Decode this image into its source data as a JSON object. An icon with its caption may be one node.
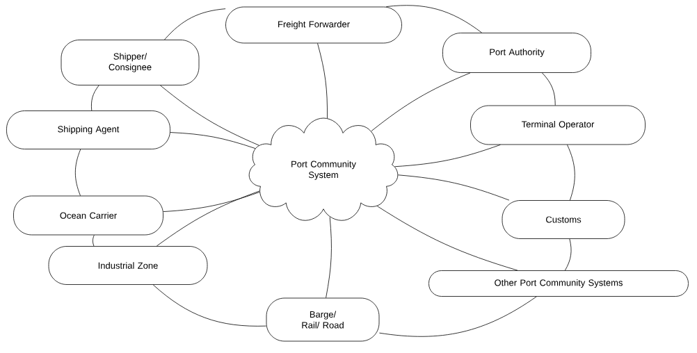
{
  "diagram": {
    "nodes": [
      {
        "text": [
          "Port Community System"
        ]
      },
      {
        "text": [
          "Freight Forwarder"
        ]
      },
      {
        "text": [
          "Port Authority"
        ]
      },
      {
        "text": [
          "Terminal Operator"
        ]
      },
      {
        "text": [
          "Customs"
        ]
      },
      {
        "text": [
          "Other Port Community Systems"
        ]
      },
      {
        "text": [
          "Barge/ Rail/ Road"
        ]
      },
      {
        "text": [
          "Industrial Zone"
        ]
      },
      {
        "text": [
          "Ocean Carrier"
        ]
      },
      {
        "text": [
          "Shipping Agent"
        ]
      },
      {
        "text": [
          "Shipper/ Consignee"
        ]
      }
    ],
    "edges": [
      {
        "from": 0,
        "to": 1,
        "arrow": "none"
      },
      {
        "from": 0,
        "to": 2,
        "arrow": "none"
      },
      {
        "from": 0,
        "to": 3,
        "arrow": "none"
      },
      {
        "from": 0,
        "to": 4,
        "arrow": "none"
      },
      {
        "from": 0,
        "to": 5,
        "arrow": "none"
      },
      {
        "from": 0,
        "to": 6,
        "arrow": "none"
      },
      {
        "from": 0,
        "to": 7,
        "arrow": "none"
      },
      {
        "from": 0,
        "to": 8,
        "arrow": "none"
      },
      {
        "from": 0,
        "to": 9,
        "arrow": "none"
      },
      {
        "from": 0,
        "to": 10,
        "arrow": "none"
      },
      {
        "from": 1,
        "to": 2,
        "arrow": "none"
      },
      {
        "from": 2,
        "to": 3,
        "arrow": "none"
      },
      {
        "from": 3,
        "to": 4,
        "arrow": "none"
      },
      {
        "from": 4,
        "to": 5,
        "arrow": "none"
      },
      {
        "from": 5,
        "to": 6,
        "arrow": "none"
      },
      {
        "from": 6,
        "to": 7,
        "arrow": "none"
      },
      {
        "from": 7,
        "to": 8,
        "arrow": "none"
      },
      {
        "from": 8,
        "to": 9,
        "arrow": "none"
      },
      {
        "from": 9,
        "to": 10,
        "arrow": "none"
      },
      {
        "from": 10,
        "to": 1,
        "arrow": "none"
      }
    ]
  }
}
